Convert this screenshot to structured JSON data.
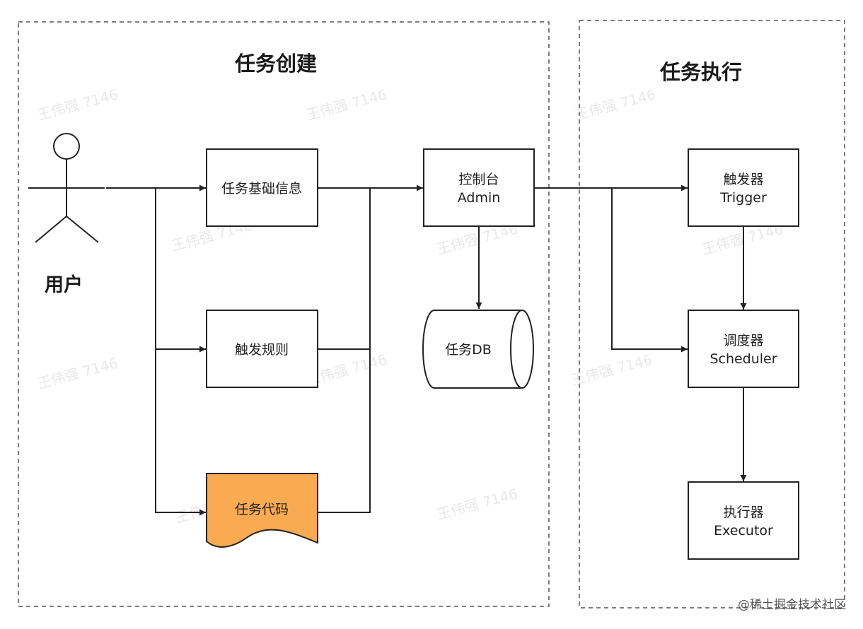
{
  "groups": {
    "creation": {
      "title": "任务创建"
    },
    "execution": {
      "title": "任务执行"
    }
  },
  "actor": {
    "label": "用户"
  },
  "nodes": {
    "basic_info": {
      "label": "任务基础信息"
    },
    "trigger_rule": {
      "label": "触发规则"
    },
    "task_code": {
      "label": "任务代码"
    },
    "admin": {
      "line1": "控制台",
      "line2": "Admin"
    },
    "task_db": {
      "label": "任务DB"
    },
    "trigger": {
      "line1": "触发器",
      "line2": "Trigger"
    },
    "scheduler": {
      "line1": "调度器",
      "line2": "Scheduler"
    },
    "executor": {
      "line1": "执行器",
      "line2": "Executor"
    }
  },
  "watermark": {
    "text": "王伟强 7146"
  },
  "credit": {
    "text": "@稀土掘金技术社区"
  },
  "colors": {
    "code_fill": "#FAAB51",
    "stroke": "#222222",
    "group_border": "#555555"
  }
}
